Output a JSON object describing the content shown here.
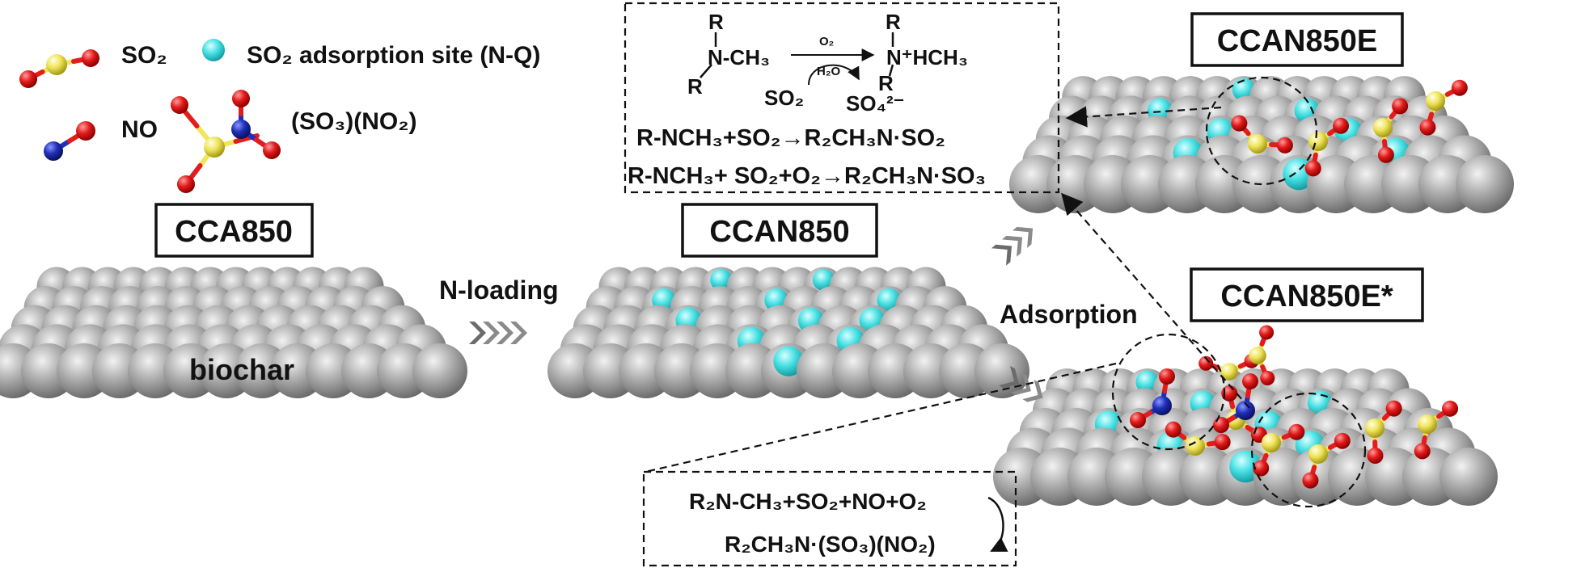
{
  "legend": {
    "so2": "SO₂",
    "site": "SO₂ adsorption site (N-Q)",
    "no": "NO",
    "so3no2": "(SO₃)(NO₂)"
  },
  "stages": {
    "cca850": "CCA850",
    "ccan850": "CCAN850",
    "ccan850e": "CCAN850E",
    "ccan850e_star": "CCAN850E*"
  },
  "labels": {
    "biochar": "biochar",
    "n_loading": "N-loading",
    "adsorption": "Adsorption"
  },
  "mechanism": {
    "r_top": "R",
    "n_ch3": "N-CH₃",
    "r_left": "R",
    "o2": "O₂",
    "h2o": "H₂O",
    "so2_in": "SO₂",
    "r_right": "R",
    "product": "N⁺HCH₃",
    "r_bottom": "R",
    "so4": "SO₄²⁻",
    "eq1": "R-NCH₃+SO₂→R₂CH₃N·SO₂",
    "eq2": "R-NCH₃+ SO₂+O₂→R₂CH₃N·SO₃",
    "eq3a": "R₂N-CH₃+SO₂+NO+O₂",
    "eq3b": "R₂CH₃N·(SO₃)(NO₂)"
  },
  "colors": {
    "sulfur": "#f0e65a",
    "oxygen": "#e31d1d",
    "nitrogen": "#1f2fb8",
    "site": "#4fdde0",
    "carbon": "#a9a9a9"
  }
}
